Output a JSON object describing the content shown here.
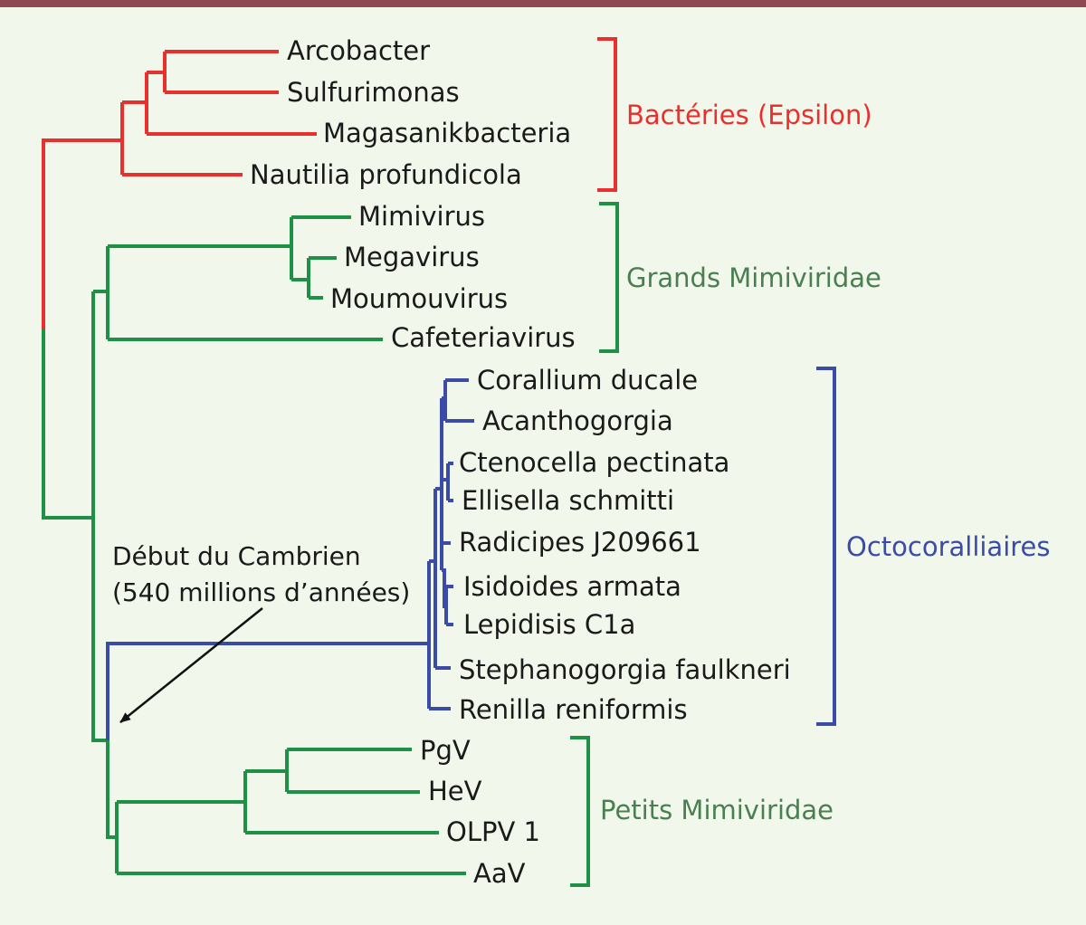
{
  "colors": {
    "background": "#f1f7ea",
    "top_bar": "#8e4a50",
    "bacteria": "#e8312e",
    "large_mimiviridae": "#1f9146",
    "octocorals": "#3a4ba8",
    "small_mimiviridae": "#1f9146",
    "group_label_green": "#4a7f52",
    "group_label_blue": "#3a4ba8",
    "text": "#1a1a1a"
  },
  "clades": {
    "bacteria": {
      "label": "Bactéries (Epsilon)",
      "taxa": [
        "Arcobacter",
        "Sulfurimonas",
        "Magasanikbacteria",
        "Nautilia profundicola"
      ]
    },
    "large_mimiviridae": {
      "label": "Grands Mimiviridae",
      "taxa": [
        "Mimivirus",
        "Megavirus",
        "Moumouvirus",
        "Cafeteriavirus"
      ]
    },
    "octocorals": {
      "label": "Octocoralliaires",
      "taxa": [
        "Corallium ducale",
        "Acanthogorgia",
        "Ctenocella pectinata",
        "Ellisella schmitti",
        "Radicipes J209661",
        "Isidoides armata",
        "Lepidisis C1a",
        "Stephanogorgia faulkneri",
        "Renilla reniformis"
      ]
    },
    "small_mimiviridae": {
      "label": "Petits Mimiviridae",
      "taxa": [
        "PgV",
        "HeV",
        "OLPV 1",
        "AaV"
      ]
    }
  },
  "annotation": {
    "line1": "Début du Cambrien",
    "line2": "(540 millions d’années)",
    "icon": "arrow-icon"
  }
}
